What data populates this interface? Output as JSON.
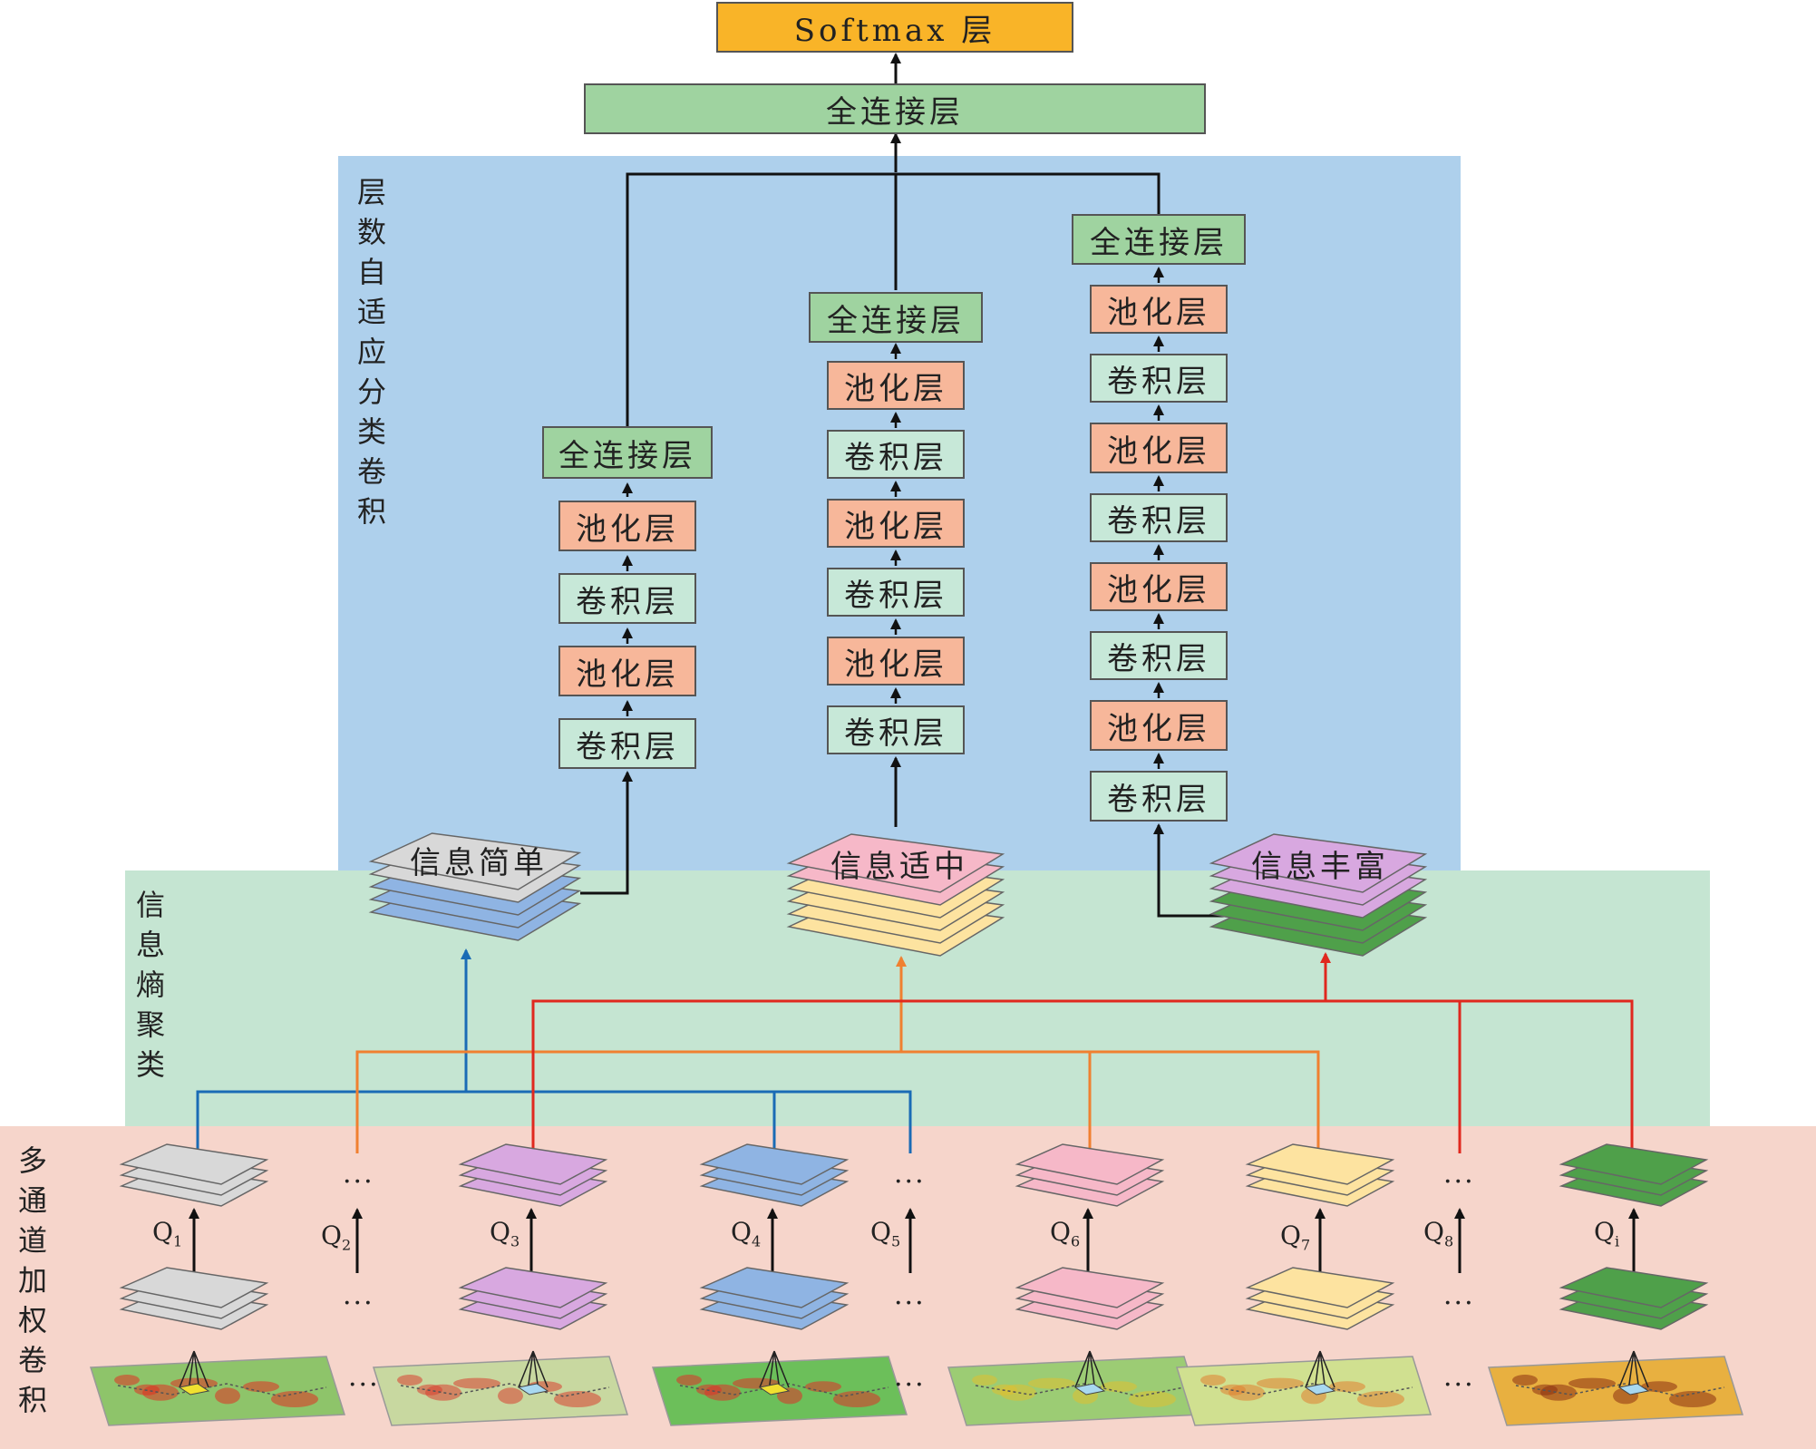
{
  "top": {
    "softmax": "Softmax 层",
    "fc": "全连接层"
  },
  "regions": {
    "adaptive": "层数自适应分类卷积",
    "entropy": "信息熵聚类",
    "multichannel": "多通道加权卷积"
  },
  "layers": {
    "fc": "全连接层",
    "pool": "池化层",
    "conv": "卷积层"
  },
  "clusters": {
    "simple": "信息简单",
    "medium": "信息适中",
    "rich": "信息丰富"
  },
  "q_labels": [
    {
      "base": "Q",
      "sub": "1"
    },
    {
      "base": "Q",
      "sub": "2"
    },
    {
      "base": "Q",
      "sub": "3"
    },
    {
      "base": "Q",
      "sub": "4"
    },
    {
      "base": "Q",
      "sub": "5"
    },
    {
      "base": "Q",
      "sub": "6"
    },
    {
      "base": "Q",
      "sub": "7"
    },
    {
      "base": "Q",
      "sub": "8"
    },
    {
      "base": "Q",
      "sub": "i"
    }
  ],
  "ellipsis": "···",
  "colors": {
    "adaptive_bg": "#aed0ec",
    "entropy_bg": "#c5e5d2",
    "multichannel_bg": "#f6d5cb",
    "softmax": "#f9b428",
    "fc": "#9fd3a0",
    "pool": "#f7b79a",
    "conv": "#c7e8d8",
    "gray_stack": "#d8d8d8",
    "purple_stack": "#d8a8e0",
    "blue_stack": "#8fb4e3",
    "pink_stack": "#f6b8c8",
    "yellow_stack": "#fde3a0",
    "green_stack": "#4fa04a",
    "line_blue": "#1a6bb5",
    "line_orange": "#f08030",
    "line_red": "#e0281e"
  }
}
